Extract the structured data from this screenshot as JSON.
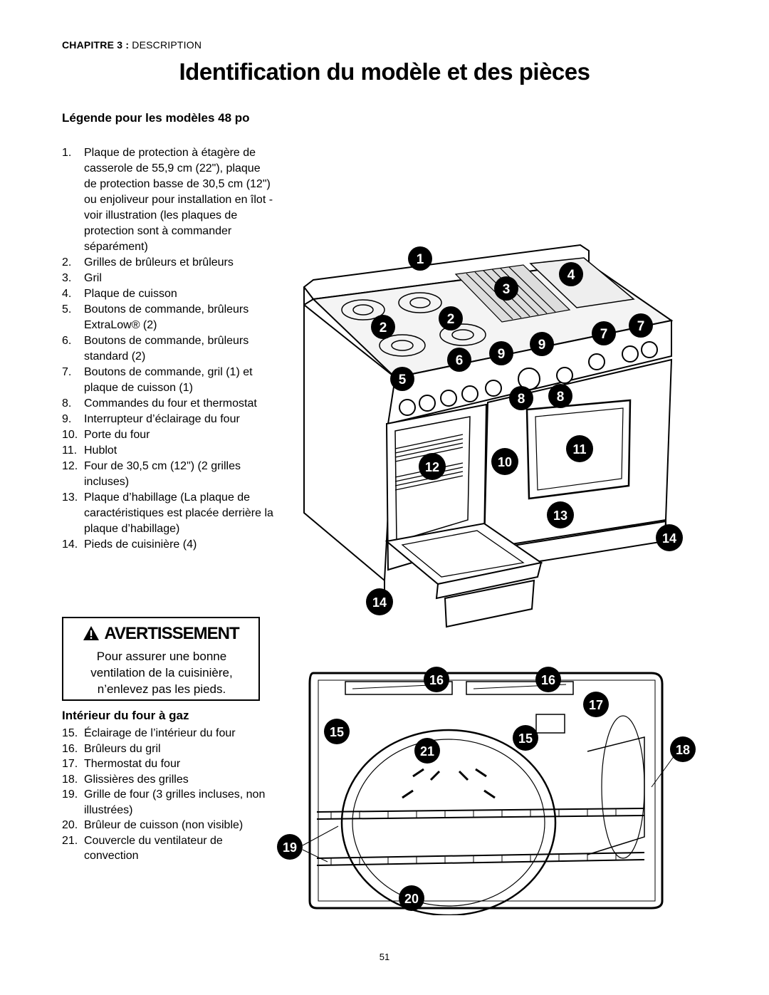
{
  "header": {
    "chapter_label": "CHAPITRE 3 :",
    "chapter_title": "DESCRIPTION"
  },
  "page_title": "Identification du modèle et des pièces",
  "legend": {
    "heading": "Légende pour les modèles 48 po",
    "items": [
      {
        "num": "1.",
        "text": "Plaque de protection à étagère de casserole de 55,9 cm (22\"), plaque de protection basse de 30,5 cm (12\") ou enjoliveur pour installation en îlot - voir illustration (les plaques de protection sont à commander séparément)"
      },
      {
        "num": "2.",
        "text": "Grilles de brûleurs et brûleurs"
      },
      {
        "num": "3.",
        "text": "Gril"
      },
      {
        "num": "4.",
        "text": "Plaque de cuisson"
      },
      {
        "num": "5.",
        "text": "Boutons de commande, brûleurs ExtraLow® (2)"
      },
      {
        "num": "6.",
        "text": "Boutons de commande, brûleurs standard (2)"
      },
      {
        "num": "7.",
        "text": "Boutons de commande, gril (1) et plaque de cuisson (1)"
      },
      {
        "num": "8.",
        "text": "Commandes du four et thermostat"
      },
      {
        "num": "9.",
        "text": "Interrupteur d’éclairage du four"
      },
      {
        "num": "10.",
        "text": "Porte du four"
      },
      {
        "num": "11.",
        "text": "Hublot"
      },
      {
        "num": "12.",
        "text": "Four de 30,5 cm (12\") (2 grilles incluses)"
      },
      {
        "num": "13.",
        "text": "Plaque d’habillage (La plaque de caractéristiques est placée derrière la plaque d’habillage)"
      },
      {
        "num": "14.",
        "text": "Pieds de cuisinière (4)"
      }
    ]
  },
  "warning": {
    "heading": "AVERTISSEMENT",
    "text": "Pour assurer une bonne ventilation de la cuisinière, n’enlevez pas les pieds."
  },
  "interior": {
    "heading": "Intérieur du four à gaz",
    "items": [
      {
        "num": "15.",
        "text": "Éclairage de l’intérieur du four"
      },
      {
        "num": "16.",
        "text": "Brûleurs du gril"
      },
      {
        "num": "17.",
        "text": "Thermostat du four"
      },
      {
        "num": "18.",
        "text": "Glissières des grilles"
      },
      {
        "num": "19.",
        "text": "Grille de four (3 grilles incluses, non illustrées)"
      },
      {
        "num": "20.",
        "text": "Brûleur de cuisson (non visible)"
      },
      {
        "num": "21.",
        "text": "Couvercle du ventilateur de convection"
      }
    ]
  },
  "range_callouts": [
    "1",
    "2",
    "2",
    "3",
    "4",
    "5",
    "6",
    "7",
    "7",
    "8",
    "8",
    "9",
    "9",
    "10",
    "11",
    "12",
    "13",
    "14",
    "14"
  ],
  "oven_callouts": [
    "15",
    "15",
    "16",
    "16",
    "17",
    "18",
    "19",
    "20",
    "21"
  ],
  "page_number": "51"
}
